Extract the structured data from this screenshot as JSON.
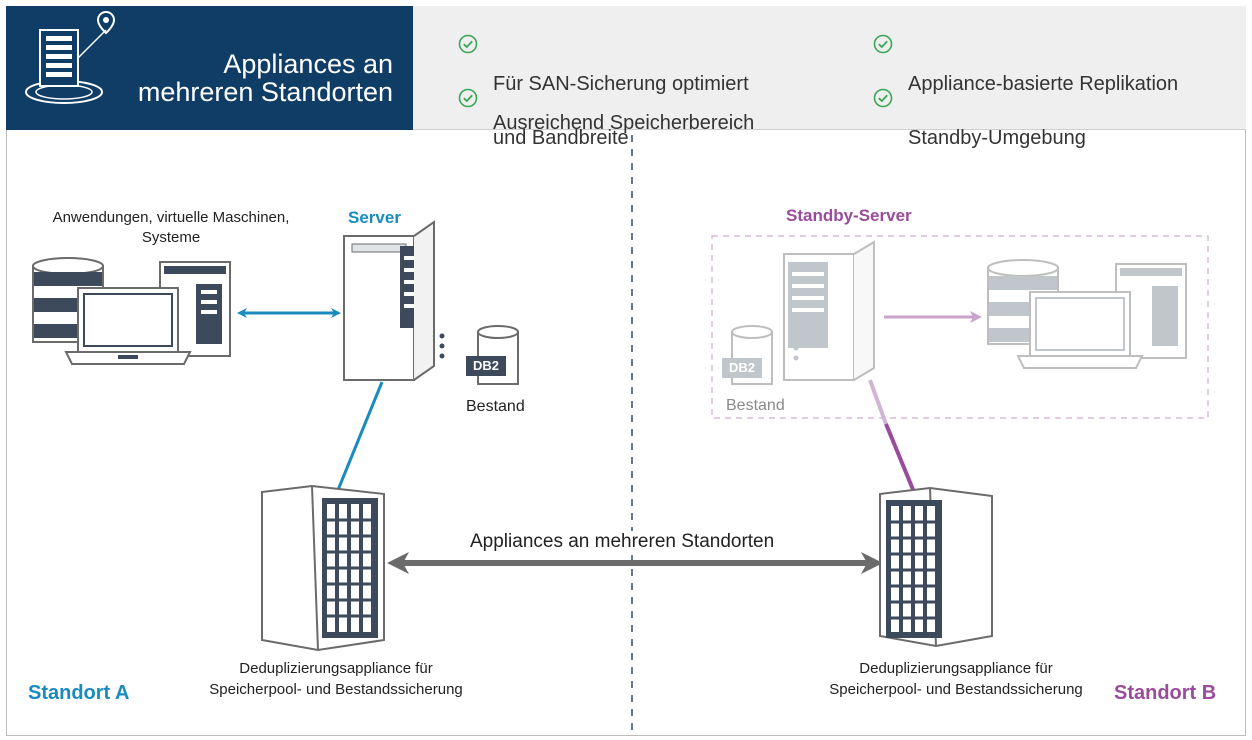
{
  "header": {
    "title": "Appliances an\nmehreren Standorten",
    "features": [
      "Für SAN-Sicherung optimiert",
      "Appliance-basierte Replikation",
      "Ausreichend Speicherbereich\nund Bandbreite",
      "Standby-Umgebung"
    ]
  },
  "site_a": {
    "clients_label": "Anwendungen, virtuelle Maschinen,\nSysteme",
    "server_label": "Server",
    "db_badge": "DB2",
    "db_label": "Bestand",
    "appliance_label": "Deduplizierungsappliance für\nSpeicherpool- und Bestandssicherung",
    "site_label": "Standort A"
  },
  "site_b": {
    "server_label": "Standby-Server",
    "db_badge": "DB2",
    "db_label": "Bestand",
    "appliance_label": "Deduplizierungsappliance für\nSpeicherpool- und Bestandssicherung",
    "site_label": "Standort B"
  },
  "replication_label": "Appliances an mehreren Standorten",
  "colors": {
    "navy": "#0f3d66",
    "blue": "#1a8bbf",
    "purple": "#9a4b9b",
    "light_purple": "#c9a3cc",
    "check_green": "#3aa757",
    "arrow_gray": "#6b6b6b"
  }
}
